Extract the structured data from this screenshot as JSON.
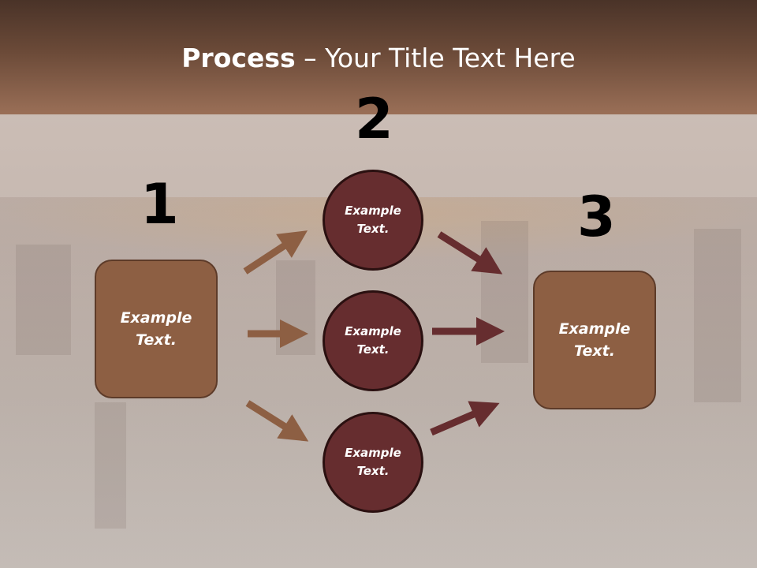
{
  "title": {
    "bold": "Process",
    "rest": " – Your Title Text Here"
  },
  "steps": [
    {
      "number": "1",
      "text": "Example Text."
    },
    {
      "number": "2"
    },
    {
      "number": "3",
      "text": "Example Text."
    }
  ],
  "circles": [
    {
      "text": "Example Text."
    },
    {
      "text": "Example Text."
    },
    {
      "text": "Example Text."
    }
  ],
  "colors": {
    "header_top": "#4a3328",
    "header_bottom": "#9a6f57",
    "box_fill": "#8d5f43",
    "circle_fill": "#662d2f",
    "arrow_brown": "#8d5f43",
    "arrow_maroon": "#662d2f"
  }
}
